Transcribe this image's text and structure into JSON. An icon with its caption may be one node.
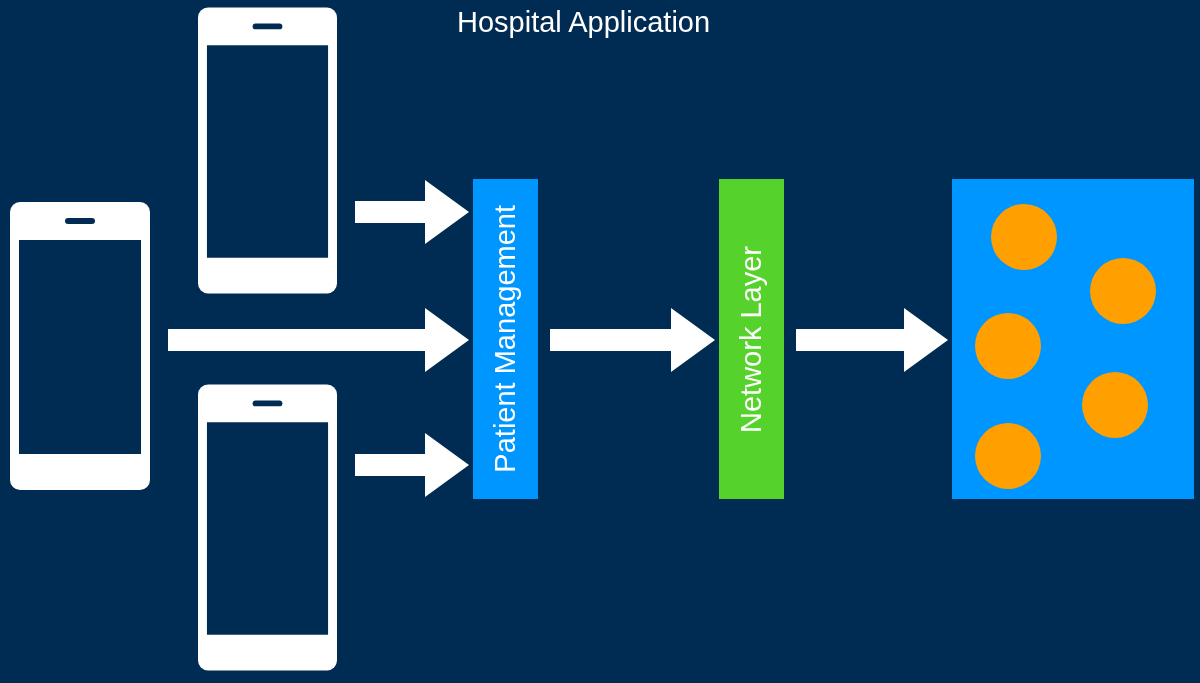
{
  "diagram": {
    "title": "Hospital Application",
    "nodes": [
      {
        "text": [],
        "shape": "phone"
      },
      {
        "text": [],
        "shape": "phone"
      },
      {
        "text": [],
        "shape": "phone"
      },
      {
        "text": [
          "Patient Management"
        ]
      },
      {
        "text": [
          "Network Layer"
        ]
      },
      {
        "text": [],
        "shape": "box"
      },
      {
        "text": [],
        "shape": "circle",
        "in": 5
      },
      {
        "text": [],
        "shape": "circle",
        "in": 5
      },
      {
        "text": [],
        "shape": "circle",
        "in": 5
      },
      {
        "text": [],
        "shape": "circle",
        "in": 5
      },
      {
        "text": [],
        "shape": "circle",
        "in": 5
      }
    ],
    "edges": [
      {
        "from": 0,
        "to": 3,
        "arrow": "to"
      },
      {
        "from": 1,
        "to": 3,
        "arrow": "to"
      },
      {
        "from": 2,
        "to": 3,
        "arrow": "to"
      },
      {
        "from": 3,
        "to": 4,
        "arrow": "to"
      },
      {
        "from": 4,
        "to": 5,
        "arrow": "to"
      }
    ]
  }
}
